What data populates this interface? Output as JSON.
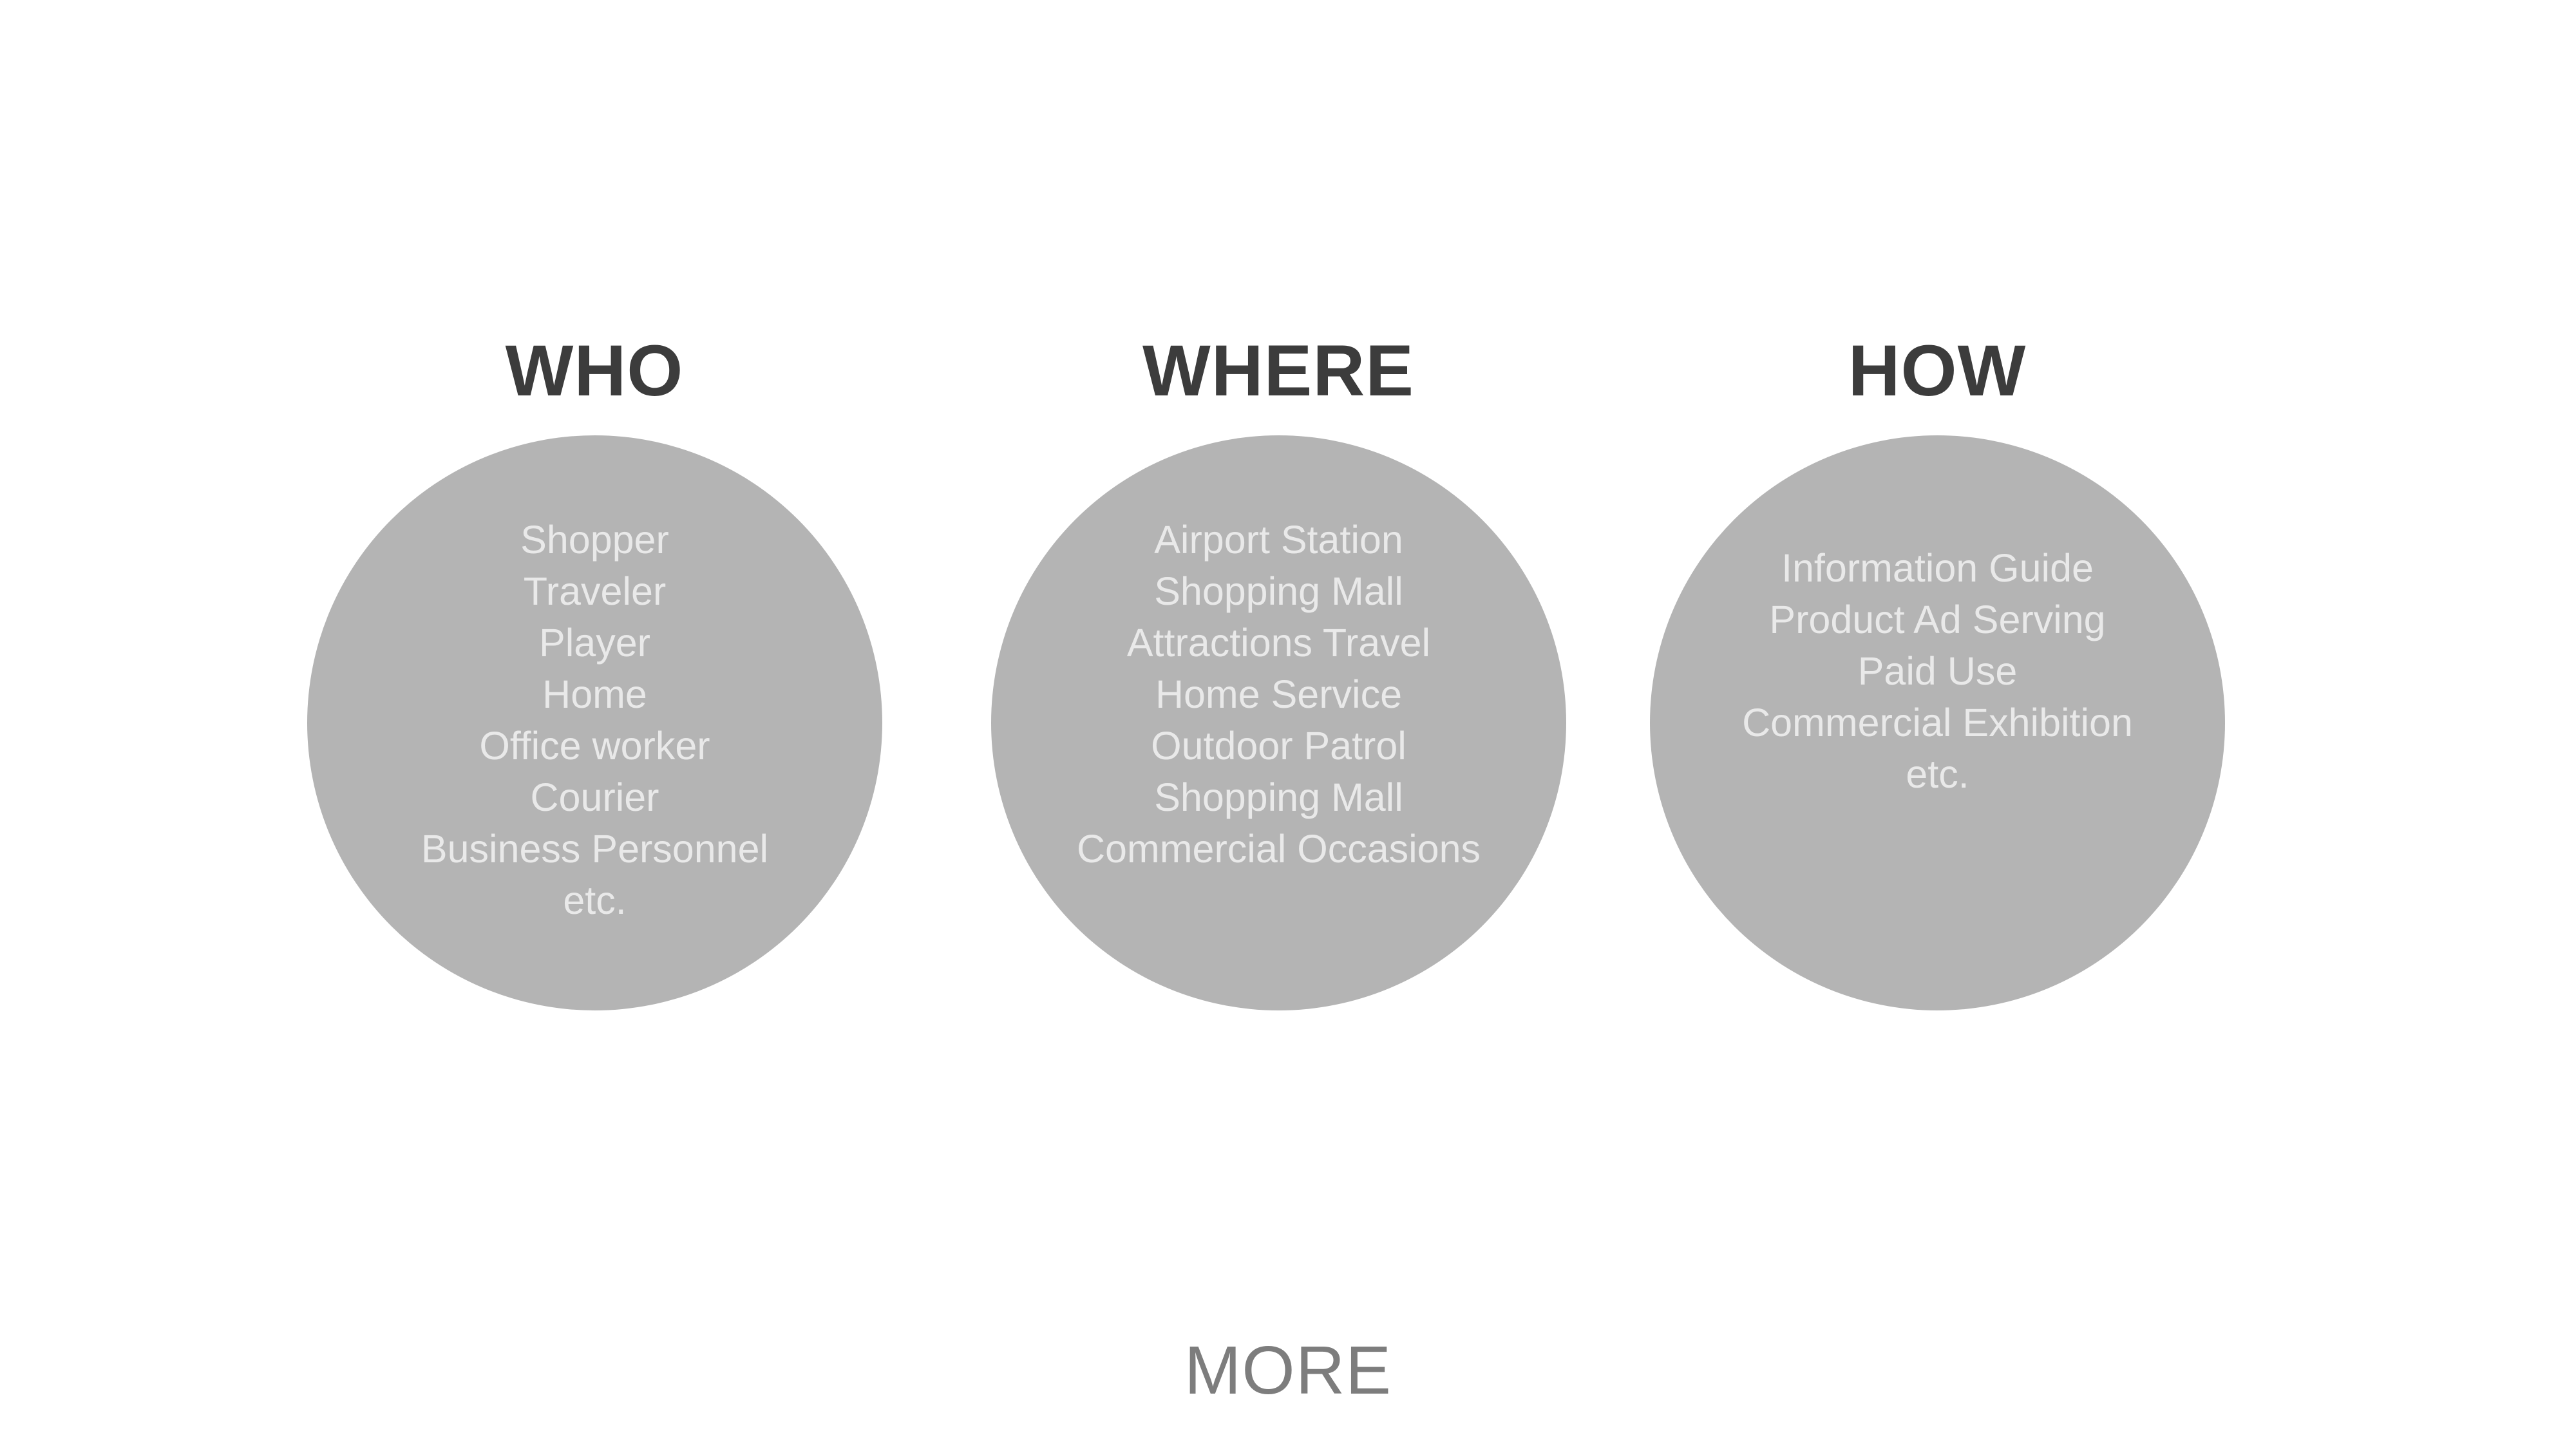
{
  "page": {
    "background_color": "#ffffff",
    "circle_color": "#b4b4b4",
    "heading_color": "#3c3c3c",
    "circle_text_color": "#e9e9e9",
    "footer_color": "#7d7d7d"
  },
  "columns": [
    {
      "heading": "WHO",
      "items": [
        "Shopper",
        "Traveler",
        "Player",
        "Home",
        "Office worker",
        "Courier",
        "Business Personnel",
        "etc."
      ]
    },
    {
      "heading": "WHERE",
      "items": [
        "Airport Station",
        "Shopping Mall",
        "Attractions Travel",
        "Home Service",
        "Outdoor Patrol",
        "Shopping Mall",
        "Commercial Occasions"
      ]
    },
    {
      "heading": "HOW",
      "items": [
        "Information Guide",
        "Product Ad Serving",
        "Paid Use",
        "Commercial Exhibition",
        "etc."
      ]
    }
  ],
  "footer": {
    "more_label": "MORE"
  }
}
